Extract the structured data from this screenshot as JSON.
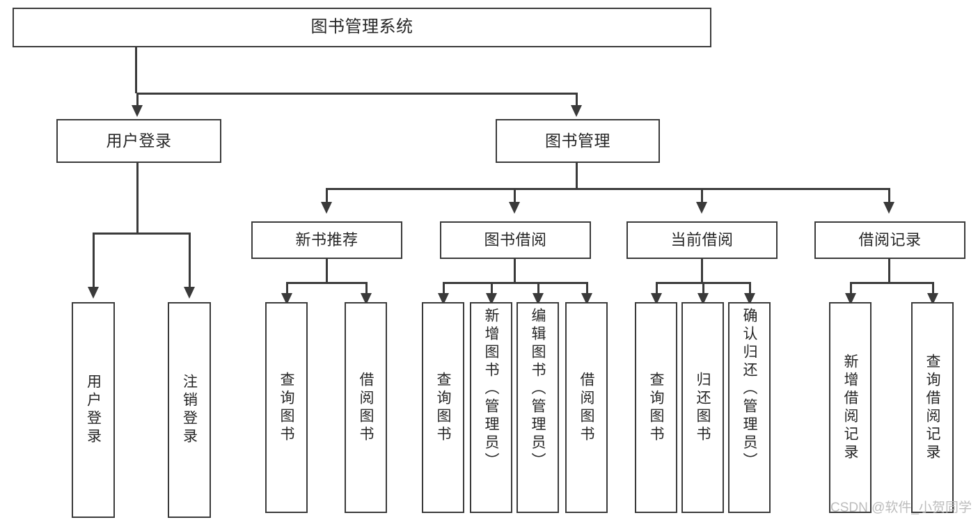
{
  "diagram": {
    "title": "图书管理系统",
    "type": "hierarchy-tree",
    "watermark": "CSDN @软件_小贺同学",
    "nodes": {
      "root": {
        "label": "图书管理系统"
      },
      "level1": [
        {
          "id": "user-login",
          "label": "用户登录"
        },
        {
          "id": "book-management",
          "label": "图书管理"
        }
      ],
      "level2": [
        {
          "id": "new-book-recommend",
          "label": "新书推荐"
        },
        {
          "id": "book-borrow",
          "label": "图书借阅"
        },
        {
          "id": "current-borrow",
          "label": "当前借阅"
        },
        {
          "id": "borrow-record",
          "label": "借阅记录"
        }
      ],
      "leaves": {
        "user_login": [
          {
            "id": "leaf-user-login",
            "label": "用户登录"
          },
          {
            "id": "leaf-logout-login",
            "label": "注销登录"
          }
        ],
        "new_book_recommend": [
          {
            "id": "leaf-query-book-1",
            "label": "查询图书"
          },
          {
            "id": "leaf-borrow-book-1",
            "label": "借阅图书"
          }
        ],
        "book_borrow": [
          {
            "id": "leaf-query-book-2",
            "label": "查询图书"
          },
          {
            "id": "leaf-add-book",
            "label": "新增图书（管理员）"
          },
          {
            "id": "leaf-edit-book",
            "label": "编辑图书（管理员）"
          },
          {
            "id": "leaf-borrow-book-2",
            "label": "借阅图书"
          }
        ],
        "current_borrow": [
          {
            "id": "leaf-query-book-3",
            "label": "查询图书"
          },
          {
            "id": "leaf-return-book",
            "label": "归还图书"
          },
          {
            "id": "leaf-confirm-return",
            "label": "确认归还（管理员）"
          }
        ],
        "borrow_record": [
          {
            "id": "leaf-add-borrow-record",
            "label": "新增借阅记录"
          },
          {
            "id": "leaf-query-borrow-record",
            "label": "查询借阅记录"
          }
        ]
      }
    },
    "colors": {
      "stroke": "#3a3a3a",
      "text": "#262626",
      "background": "#ffffff",
      "watermark": "#b9b9b9"
    }
  }
}
